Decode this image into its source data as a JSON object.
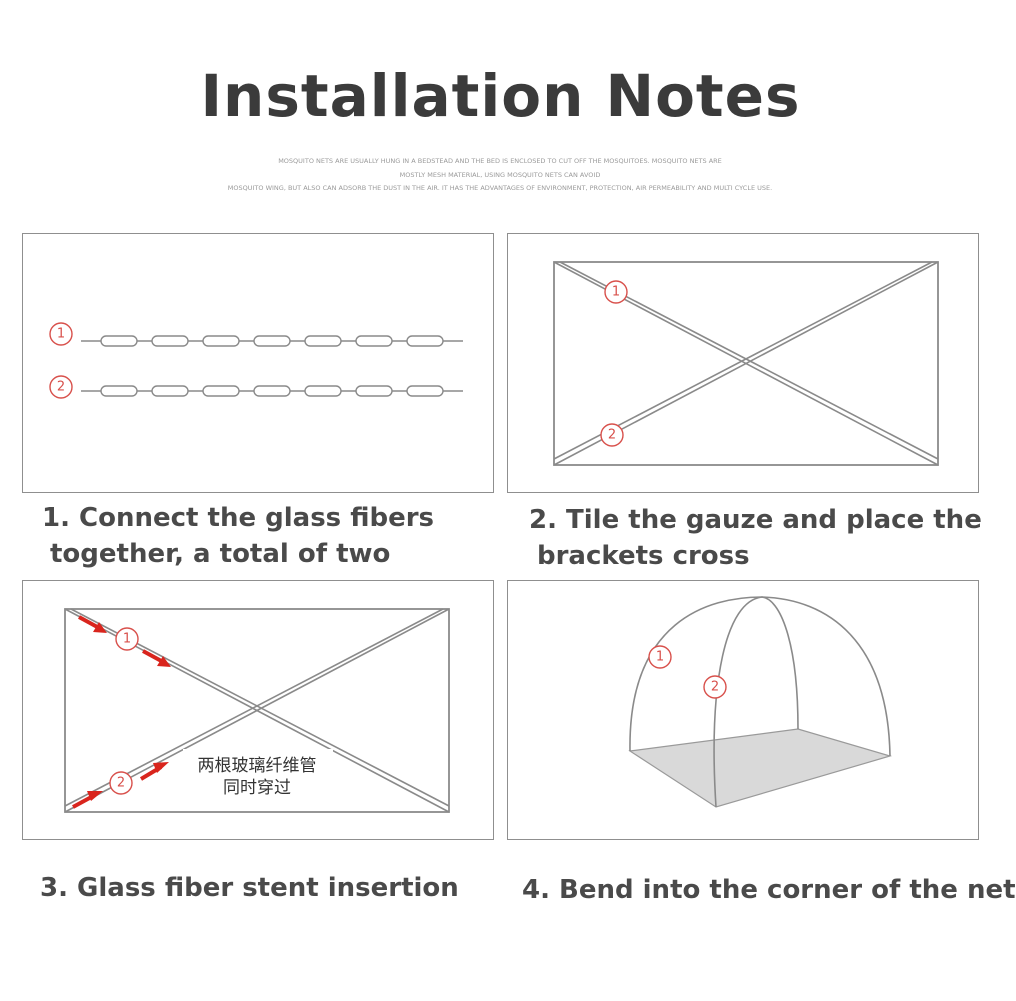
{
  "title": "Installation Notes",
  "subtitle_lines": [
    "MOSQUITO NETS ARE USUALLY HUNG IN A BEDSTEAD AND THE BED IS ENCLOSED TO CUT OFF THE MOSQUITOES. MOSQUITO NETS ARE",
    "MOSTLY MESH MATERIAL, USING MOSQUITO NETS CAN AVOID",
    "MOSQUITO WING, BUT ALSO CAN ADSORB THE DUST IN THE AIR. IT HAS THE ADVANTAGES OF ENVIRONMENT, PROTECTION, AIR PERMEABILITY AND MULTI CYCLE USE."
  ],
  "steps": [
    {
      "caption_lines": [
        "1. Connect the glass fibers",
        "together, a total of two"
      ],
      "markers": [
        "1",
        "2"
      ]
    },
    {
      "caption_lines": [
        "2. Tile the gauze and place the",
        "brackets cross"
      ],
      "markers": [
        "1",
        "2"
      ]
    },
    {
      "caption_lines": [
        "3. Glass fiber stent insertion"
      ],
      "markers": [
        "1",
        "2"
      ],
      "inner_text": [
        "两根玻璃纤维管",
        "同时穿过"
      ]
    },
    {
      "caption_lines": [
        "4. Bend into the corner of the net"
      ],
      "markers": [
        "1",
        "2"
      ]
    }
  ],
  "colors": {
    "marker": "#d8504b",
    "arrow": "#d9251d",
    "frame": "#8a8a8a",
    "floor": "#d9d9d9"
  }
}
